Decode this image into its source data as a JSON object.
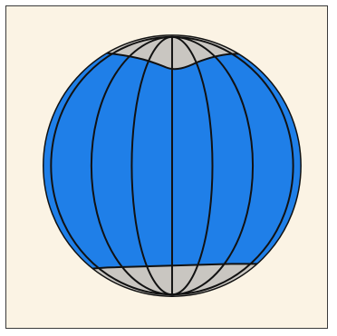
{
  "colors": {
    "panel_background": "#fbf3e4",
    "frame_border": "#3a3a3a",
    "ocean_band": "#1f7fe8",
    "polar_cap": "#c9c6c1",
    "meridian_line": "#111111"
  },
  "globe": {
    "meridian_count": 7,
    "polar_caps": [
      "north",
      "south"
    ]
  }
}
